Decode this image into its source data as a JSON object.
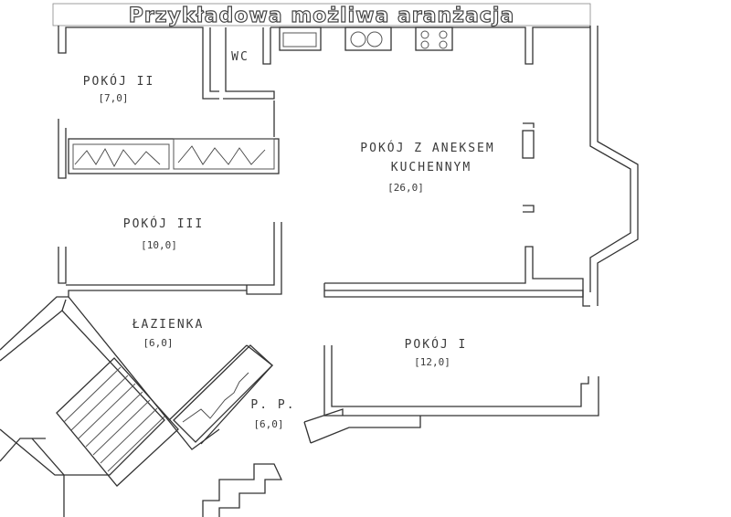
{
  "title": "Przykładowa możliwa aranżacja",
  "rooms": {
    "pokoj2": {
      "name": "POKÓJ II",
      "area": "[7,0]"
    },
    "wc": {
      "name": "WC"
    },
    "salon": {
      "name_line1": "POKÓJ Z ANEKSEM",
      "name_line2": "KUCHENNYM",
      "area": "[26,0]"
    },
    "pokoj3": {
      "name": "POKÓJ III",
      "area": "[10,0]"
    },
    "lazienka": {
      "name": "ŁAZIENKA",
      "area": "[6,0]"
    },
    "pokoj1": {
      "name": "POKÓJ I",
      "area": "[12,0]"
    },
    "pp": {
      "name": "P. P.",
      "area": "[6,0]"
    }
  },
  "colors": {
    "ink": "#333333",
    "paper": "#ffffff"
  }
}
